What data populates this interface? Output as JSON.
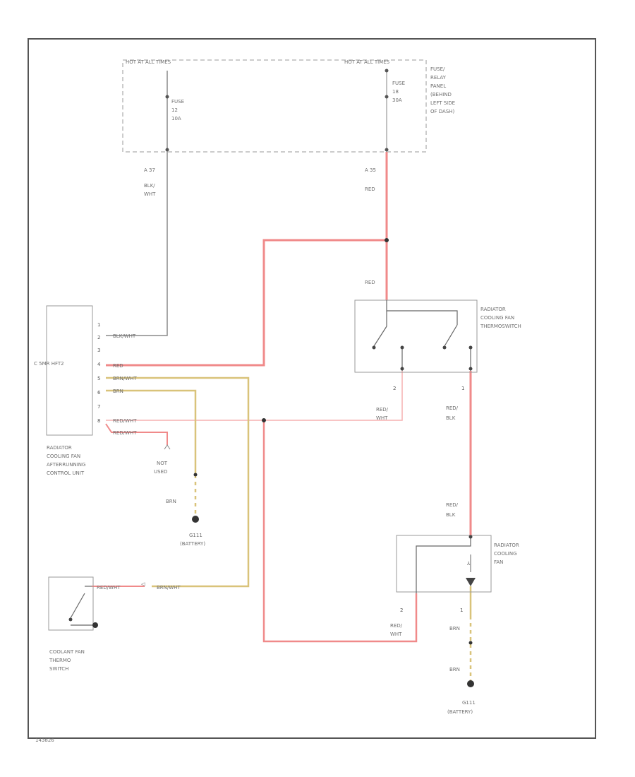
{
  "diagram": {
    "fuse_box": {
      "hot_left": "HOT AT ALL TIMES",
      "hot_right": "HOT AT ALL TIMES",
      "fuse_left": [
        "FUSE",
        "12",
        "10A"
      ],
      "fuse_right": [
        "FUSE",
        "18",
        "30A"
      ],
      "location": [
        "FUSE/",
        "RELAY",
        "PANEL",
        "(BEHIND",
        "LEFT SIDE",
        "OF DASH)"
      ]
    },
    "wire_labels": {
      "left_top": [
        "A 37",
        "BLK/",
        "WHT"
      ],
      "right_top": [
        "A 35",
        "RED"
      ],
      "red_thermo_in": "RED",
      "thermo_pin2": "2",
      "thermo_pin1": "1",
      "red_wht_mid": [
        "RED/",
        "WHT"
      ],
      "red_blk_upper": [
        "RED/",
        "BLK"
      ],
      "red_blk_lower": [
        "RED/",
        "BLK"
      ],
      "red_wht_bottom": [
        "RED/",
        "WHT"
      ],
      "brn_left": "BRN",
      "brn_right_upper": "BRN",
      "brn_right_lower": "BRN",
      "fan_pin2": "2",
      "fan_pin1": "1"
    },
    "control_unit": {
      "label": "C 5MR HFT2",
      "pins": [
        "1",
        "2",
        "3",
        "4",
        "5",
        "6",
        "7",
        "8"
      ],
      "wires": [
        "BLK/WHT",
        "RED",
        "BRN/WHT",
        "BRN",
        "RED/WHT",
        "RED/WHT"
      ],
      "name": [
        "RADIATOR",
        "COOLING FAN",
        "AFTERRUNNING",
        "CONTROL UNIT"
      ]
    },
    "not_used": [
      "NOT",
      "USED"
    ],
    "ground_left": [
      "G111",
      "(BATTERY)"
    ],
    "ground_right": [
      "G111",
      "(BATTERY)"
    ],
    "thermoswitch": [
      "RADIATOR",
      "COOLING FAN",
      "THERMOSWITCH"
    ],
    "fan": [
      "RADIATOR",
      "COOLING",
      "FAN"
    ],
    "coolant_switch": {
      "name": [
        "COOLANT FAN",
        "THERMO",
        "SWITCH"
      ],
      "wire_left": "RED/WHT",
      "wire_right": "BRN/WHT"
    },
    "footer": "143826"
  },
  "colors": {
    "red_wire": "#f08a8a",
    "yellow_wire": "#d9c37a",
    "gray_wire": "#8a8a8a",
    "frame": "#555555"
  }
}
